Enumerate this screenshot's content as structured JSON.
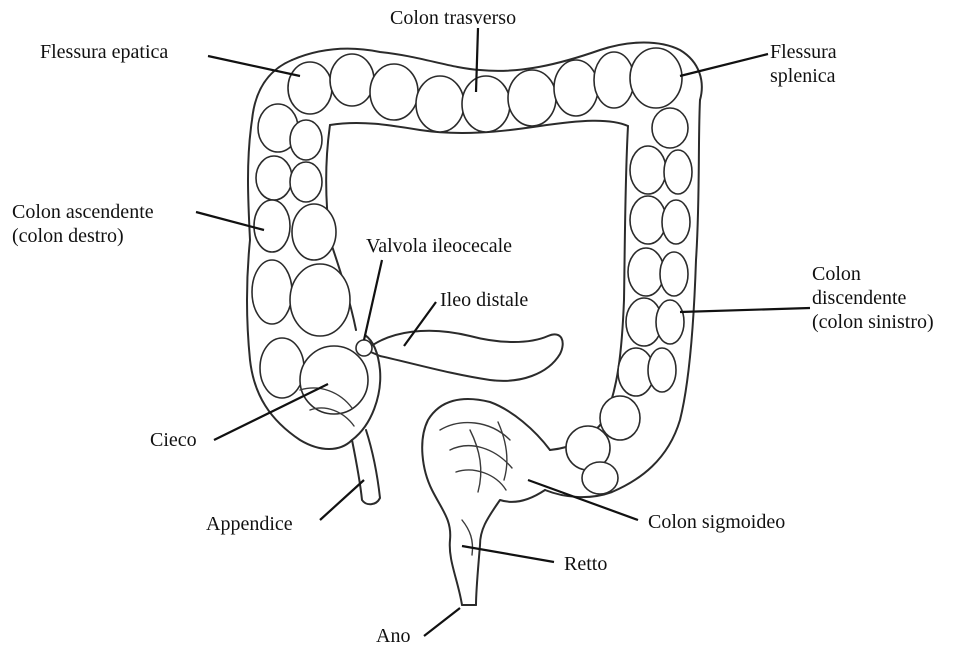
{
  "labels": {
    "colon_trasverso": "Colon trasverso",
    "flessura_epatica": "Flessura epatica",
    "flessura_splenica": [
      "Flessura",
      "splenica"
    ],
    "colon_ascendente": [
      "Colon ascendente",
      "(colon destro)"
    ],
    "valvola_ileocecale": "Valvola ileocecale",
    "ileo_distale": "Ileo distale",
    "colon_discendente": [
      "Colon",
      "discendente",
      "(colon sinistro)"
    ],
    "cieco": "Cieco",
    "appendice": "Appendice",
    "colon_sigmoideo": "Colon sigmoideo",
    "retto": "Retto",
    "ano": "Ano"
  },
  "colors": {
    "ink": "#2b2b2b",
    "text": "#111111",
    "background": "#ffffff"
  }
}
